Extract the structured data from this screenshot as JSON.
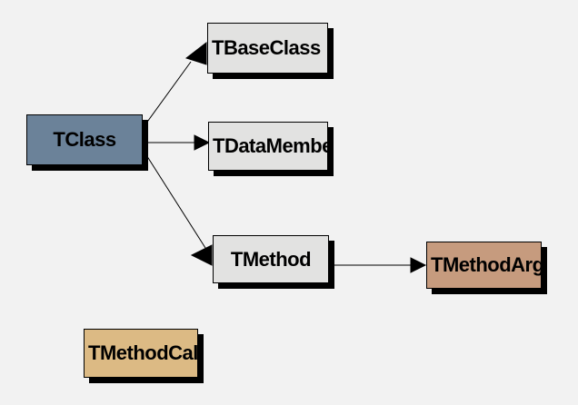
{
  "diagram": {
    "background_color": "#f2f2f2",
    "shadow_color": "#000000",
    "border_color": "#000000",
    "text_color": "#000000",
    "nodes": [
      {
        "id": "tclass",
        "label": "TClass",
        "fill": "#6b8299"
      },
      {
        "id": "tbaseclass",
        "label": "TBaseClass",
        "fill": "#e2e2e1"
      },
      {
        "id": "tdatamember",
        "label": "TDataMember",
        "fill": "#e2e2e1"
      },
      {
        "id": "tmethod",
        "label": "TMethod",
        "fill": "#e2e2e1"
      },
      {
        "id": "tmethodarg",
        "label": "TMethodArg",
        "fill": "#c69b7e"
      },
      {
        "id": "tmethodcall",
        "label": "TMethodCall",
        "fill": "#dcba84"
      }
    ],
    "edges": [
      {
        "from": "TClass",
        "to": "TBaseClass"
      },
      {
        "from": "TClass",
        "to": "TDataMember"
      },
      {
        "from": "TClass",
        "to": "TMethod"
      },
      {
        "from": "TMethod",
        "to": "TMethodArg"
      }
    ]
  }
}
